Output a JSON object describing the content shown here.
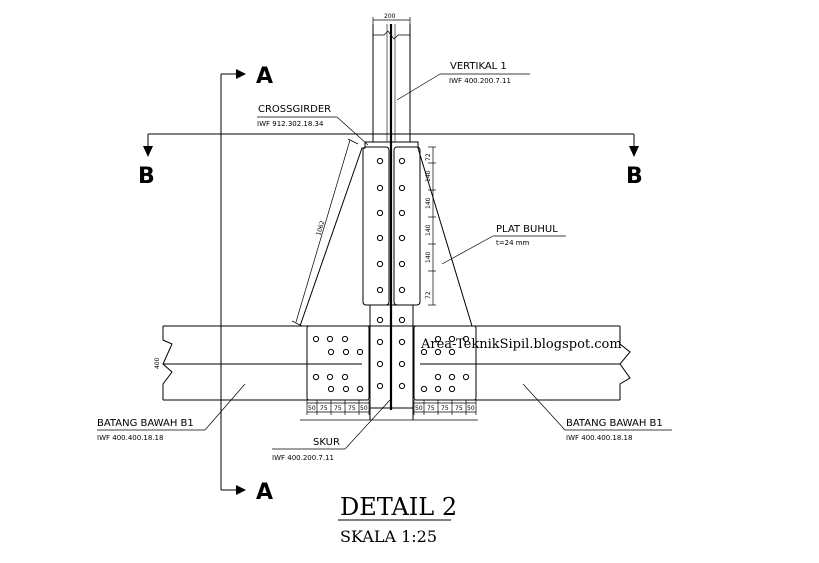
{
  "members": {
    "vertical": {
      "name": "VERTIKAL 1",
      "profile": "IWF 400.200.7.11",
      "width_dim": "200"
    },
    "crossgirder": {
      "name": "CROSSGIRDER",
      "profile": "IWF 912.302.18.34"
    },
    "gusset": {
      "name": "PLAT BUHUL",
      "thickness": "t=24 mm",
      "diag_dim": "1062"
    },
    "chord_left": {
      "name": "BATANG BAWAH B1",
      "profile": "IWF 400.400.18.18"
    },
    "chord_right": {
      "name": "BATANG BAWAH B1",
      "profile": "IWF 400.400.18.18"
    },
    "skur": {
      "name": "SKUR",
      "profile": "IWF 400.200.7.11"
    }
  },
  "chord_height_dim": "400",
  "bolt_spacing_dims": [
    "72",
    "140",
    "140",
    "140",
    "140",
    "72"
  ],
  "splice_dims_left": [
    "50",
    "75",
    "75",
    "75",
    "50"
  ],
  "splice_dims_right": [
    "50",
    "75",
    "75",
    "75",
    "50"
  ],
  "section_marks": {
    "a_top": "A",
    "a_bottom": "A",
    "b_left": "B",
    "b_right": "B"
  },
  "watermark": "Area-TeknikSipil.blogspot.com",
  "title": {
    "main": "DETAIL  2",
    "scale": "SKALA  1:25"
  }
}
